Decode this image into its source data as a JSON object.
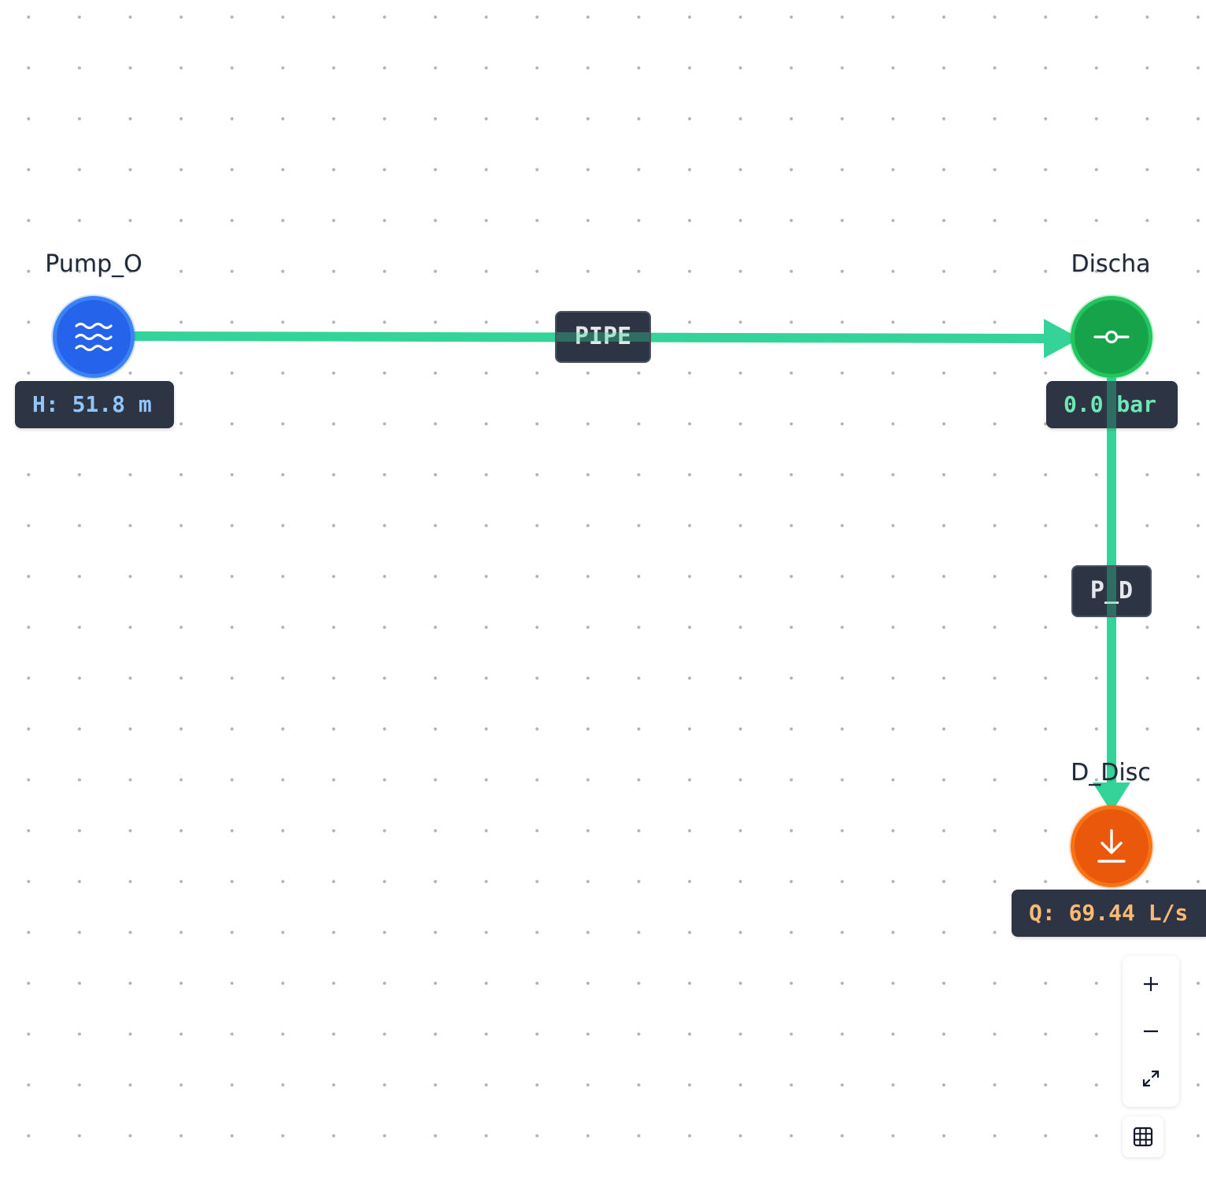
{
  "diagram": {
    "nodes": [
      {
        "id": "pump",
        "title": "Pump_O",
        "value": "H: 51.8 m",
        "icon": "waves-icon",
        "color": "#2563eb",
        "value_color": "#93c5fd"
      },
      {
        "id": "discharge",
        "title": "Discha",
        "value": "0.0 bar",
        "icon": "pressure-gauge-icon",
        "color": "#16a34a",
        "value_color": "#6ee7b7"
      },
      {
        "id": "outlet",
        "title": "D_Disc",
        "value": "Q: 69.44 L/s",
        "icon": "download-arrow-icon",
        "color": "#ea580c",
        "value_color": "#fdba74"
      }
    ],
    "edges": [
      {
        "id": "pipe",
        "label": "PIPE",
        "from": "pump",
        "to": "discharge",
        "color": "#34d399"
      },
      {
        "id": "p_d",
        "label": "P_D",
        "from": "discharge",
        "to": "outlet",
        "color": "#34d399"
      }
    ]
  },
  "controls": {
    "zoom_in_icon": "plus-icon",
    "zoom_out_icon": "minus-icon",
    "fit_view_icon": "expand-icon",
    "minimap_icon": "grid-icon"
  }
}
